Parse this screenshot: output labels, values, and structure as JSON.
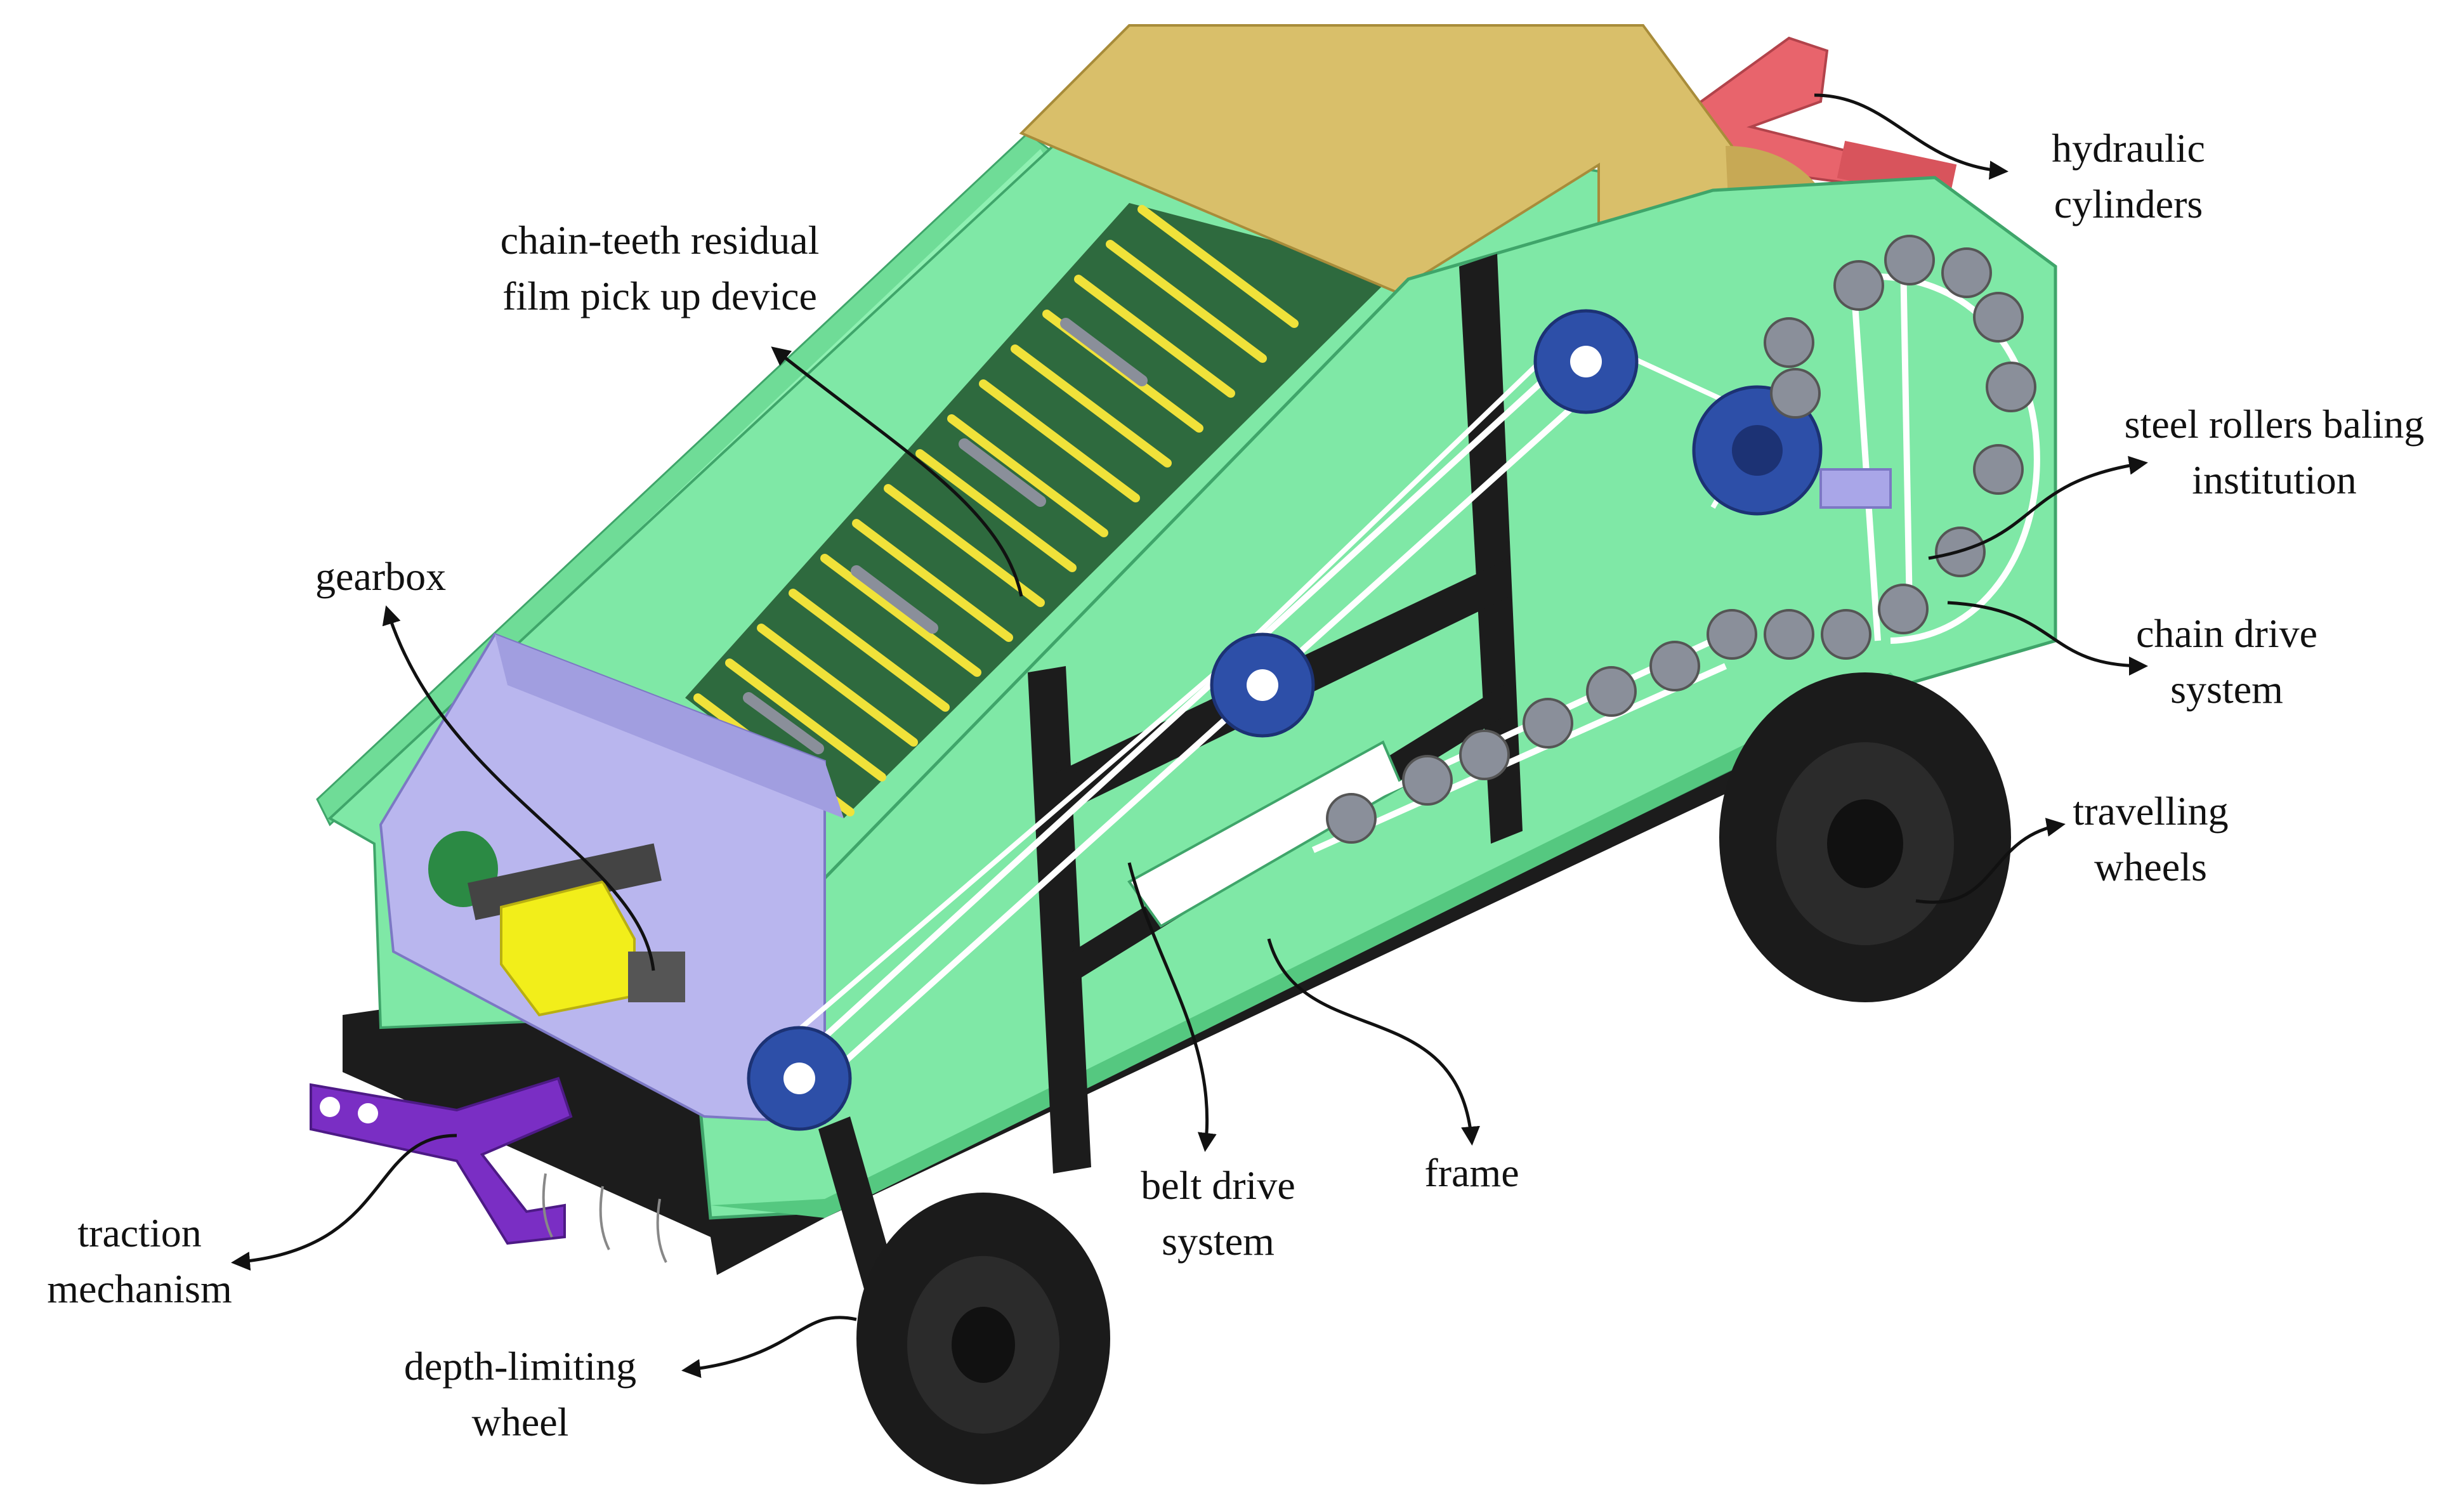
{
  "colors": {
    "frame_green": "#7fe8a6",
    "frame_green_dark": "#5fcf8a",
    "hood_tan": "#d9bf6a",
    "hydraulic_red": "#e8646c",
    "traction_purple": "#7a2ec4",
    "gearbox_yellow": "#f2ee1a",
    "pulley_blue": "#2d4fa8",
    "wheel_black": "#1b1b1b",
    "roller_yellow": "#f0e23a",
    "box_lavender": "#b9b6ee"
  },
  "labels": {
    "pickup_line1": "chain-teeth residual",
    "pickup_line2": "film pick up device",
    "hydraulic_line1": "hydraulic",
    "hydraulic_line2": "cylinders",
    "gearbox": "gearbox",
    "baling_line1": "steel rollers baling",
    "baling_line2": "institution",
    "chain_line1": "chain drive",
    "chain_line2": "system",
    "wheels_line1": "travelling",
    "wheels_line2": "wheels",
    "belt_line1": "belt drive",
    "belt_line2": "system",
    "frame": "frame",
    "traction_line1": "traction",
    "traction_line2": "mechanism",
    "depth_line1": "depth-limiting",
    "depth_line2": "wheel"
  }
}
